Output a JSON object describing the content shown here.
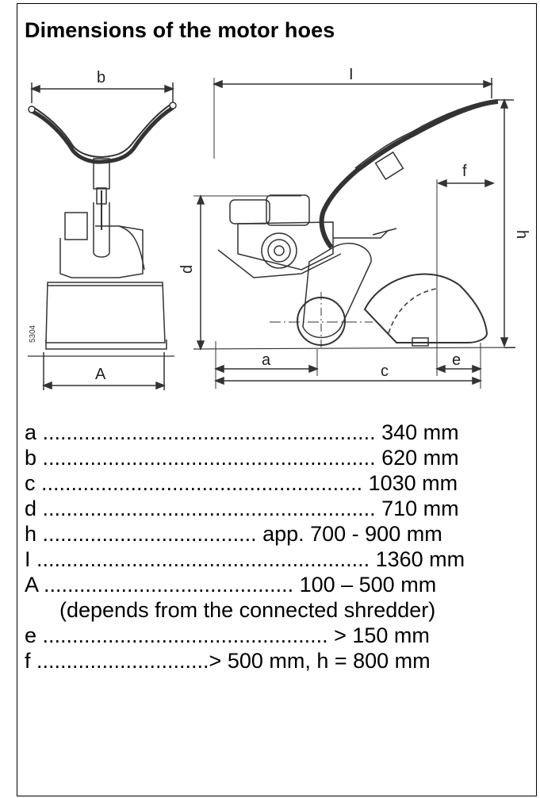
{
  "title": "Dimensions of the motor hoes",
  "drawing": {
    "label_b": "b",
    "label_A": "A",
    "label_I": "I",
    "label_f": "f",
    "label_h": "h",
    "label_d": "d",
    "label_a": "a",
    "label_c": "c",
    "label_e": "e",
    "part_number": "5304"
  },
  "specs": [
    {
      "text": "a ........................................................ 340 mm"
    },
    {
      "text": "b ........................................................ 620 mm"
    },
    {
      "text": "c ...................................................... 1030 mm"
    },
    {
      "text": "d ........................................................ 710 mm"
    },
    {
      "text": "h .................................... app. 700 - 900 mm"
    },
    {
      "text": "I ........................................................ 1360 mm"
    },
    {
      "text": "A .......................................... 100 – 500 mm"
    },
    {
      "text": "(depends from the connected shredder)"
    },
    {
      "text": "e ................................................ > 150 mm"
    },
    {
      "text": "f .............................> 500 mm, h = 800 mm"
    }
  ]
}
